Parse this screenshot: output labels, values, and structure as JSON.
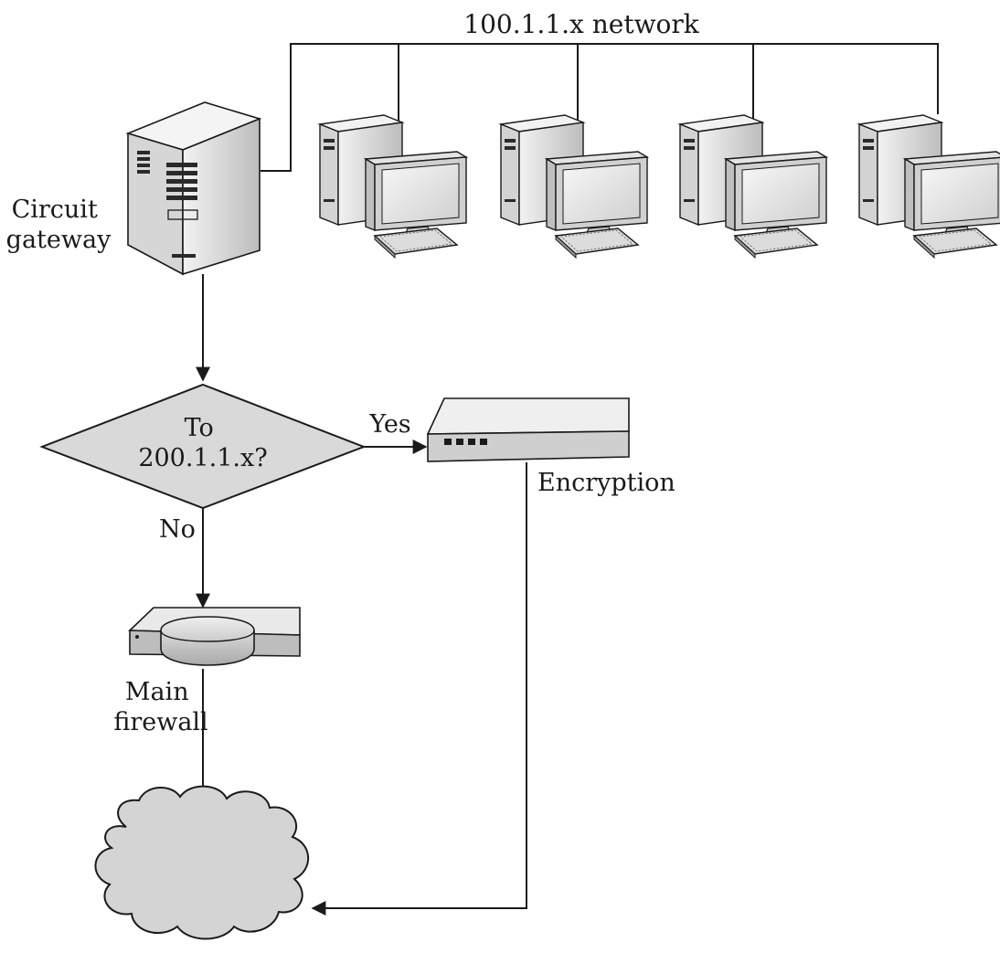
{
  "network_label": "100.1.1.x network",
  "gateway_label": [
    "Circuit",
    "gateway"
  ],
  "decision": {
    "question": [
      "To",
      "200.1.1.x?"
    ],
    "yes_label": "Yes",
    "no_label": "No"
  },
  "encryption_label": "Encryption",
  "firewall_label": [
    "Main",
    "firewall"
  ],
  "workstation_count": 4,
  "colors": {
    "line": "#1a1a1a",
    "device_light": "#e6e6e6",
    "device_mid": "#c2c2c2",
    "device_dark": "#8f8f8f",
    "cloud": "#d4d4d4"
  }
}
